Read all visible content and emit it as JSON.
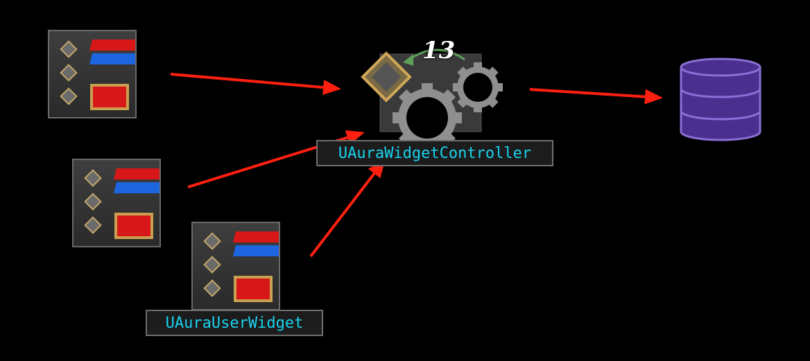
{
  "controller": {
    "label": "UAuraWidgetController",
    "counter": "13"
  },
  "user_widget": {
    "label": "UAuraUserWidget"
  },
  "colors": {
    "arrow": "#ff2010",
    "label_text": "#19d3ee",
    "database": "#4a2f8f",
    "counter_arrow": "#5fa05a"
  },
  "icons": [
    "widget-icon",
    "controller-gear-icon",
    "database-icon"
  ]
}
